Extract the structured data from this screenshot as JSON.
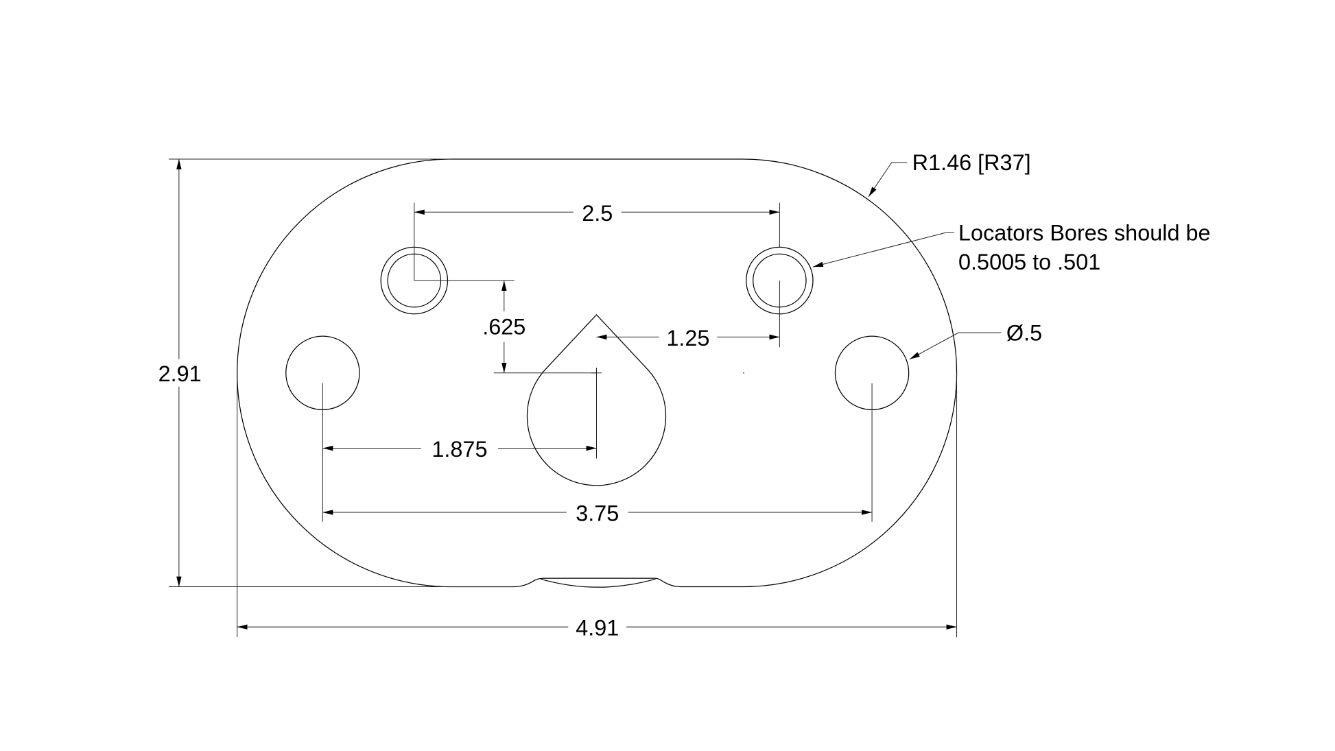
{
  "drawing": {
    "dimensions": {
      "overall_height": "2.91",
      "overall_width": "4.91",
      "locator_spacing": "2.5",
      "locator_offset_vertical": ".625",
      "locator_offset_horizontal": "1.25",
      "hole_offset": "1.875",
      "hole_spacing": "3.75"
    },
    "notes": {
      "radius": "R1.46 [R37]",
      "locators_line1": "Locators Bores should be",
      "locators_line2": "0.5005 to .501",
      "hole_diameter": "Ø.5"
    }
  }
}
